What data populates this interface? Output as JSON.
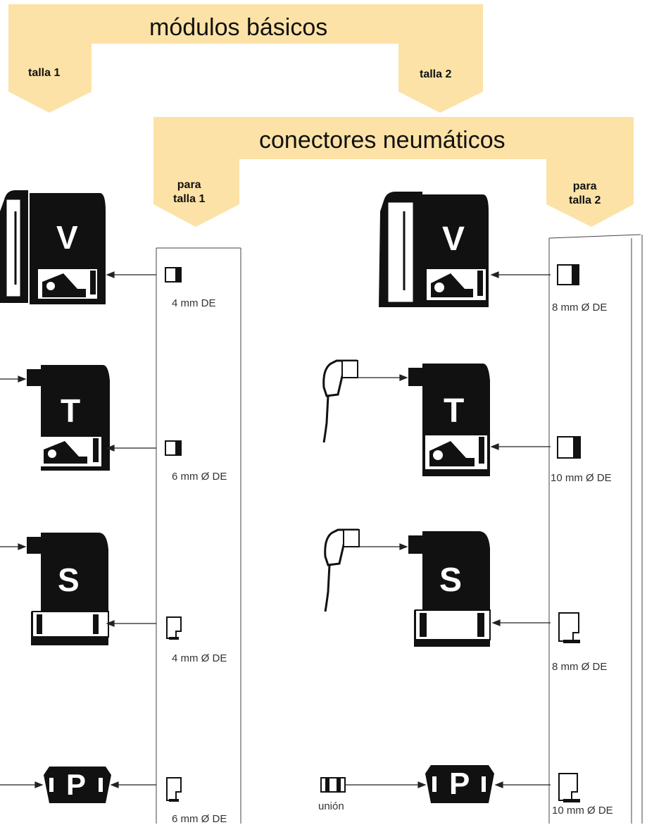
{
  "modulos": {
    "title": "módulos básicos",
    "talla1": "talla 1",
    "talla2": "talla 2"
  },
  "conectores": {
    "title": "conectores neumáticos",
    "para_t1": [
      "para",
      "talla 1"
    ],
    "para_t2": [
      "para",
      "talla 2"
    ]
  },
  "modules": {
    "v": "V",
    "t": "T",
    "s": "S",
    "p": "P"
  },
  "dims_t1": [
    "4 mm DE",
    "6 mm Ø DE",
    "4 mm Ø DE",
    "6 mm Ø DE"
  ],
  "dims_t2": [
    "8 mm Ø DE",
    "10 mm  Ø DE",
    "8 mm  Ø DE",
    "10 mm  Ø DE"
  ],
  "union": "unión",
  "colors": {
    "banner": "#fce2a6",
    "ink": "#111111"
  }
}
